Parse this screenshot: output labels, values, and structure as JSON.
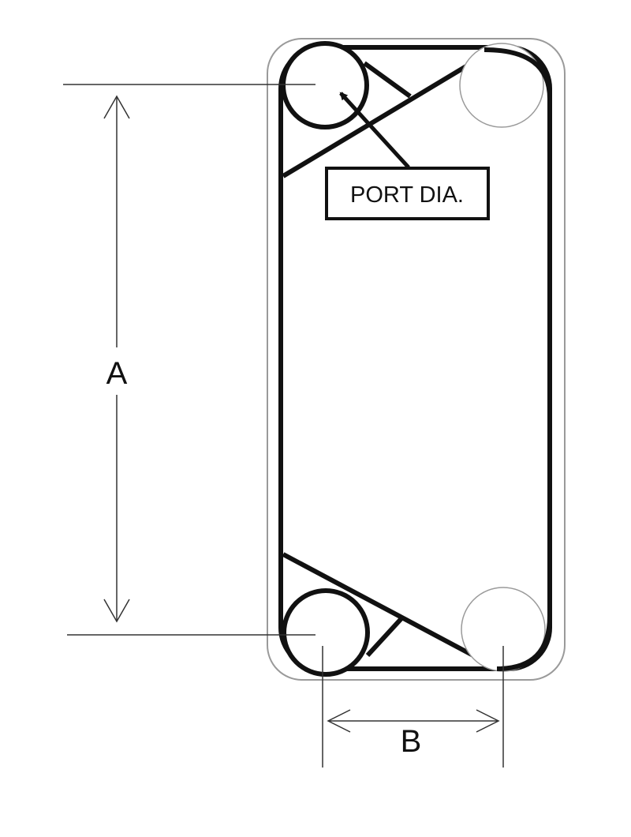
{
  "diagram": {
    "dimension_a_label": "A",
    "dimension_b_label": "B",
    "port_label": "PORT DIA."
  },
  "colors": {
    "stroke": "#111111",
    "outline": "#9a9a9a",
    "background": "#ffffff"
  }
}
